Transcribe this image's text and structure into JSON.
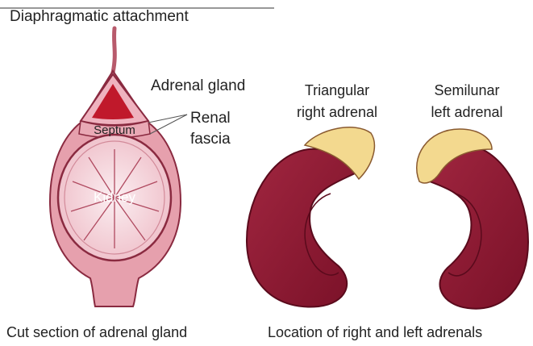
{
  "labels": {
    "diaphragmatic_attachment": "Diaphragmatic attachment",
    "adrenal_gland": "Adrenal gland",
    "renal_fascia_line1": "Renal",
    "renal_fascia_line2": "fascia",
    "septum": "Septum",
    "kidney": "Kidney",
    "right_adrenal_line1": "Triangular",
    "right_adrenal_line2": "right adrenal",
    "left_adrenal_line1": "Semilunar",
    "left_adrenal_line2": "left adrenal"
  },
  "captions": {
    "left": "Cut section of adrenal gland",
    "right": "Location of right and left adrenals"
  },
  "colors": {
    "kidney_dark": "#8a1a32",
    "fascia_pink": "#e6a0ad",
    "kidney_inner": "#f5d9df",
    "adrenal_red": "#c0192b",
    "adrenal_yellow": "#f3d98f"
  }
}
